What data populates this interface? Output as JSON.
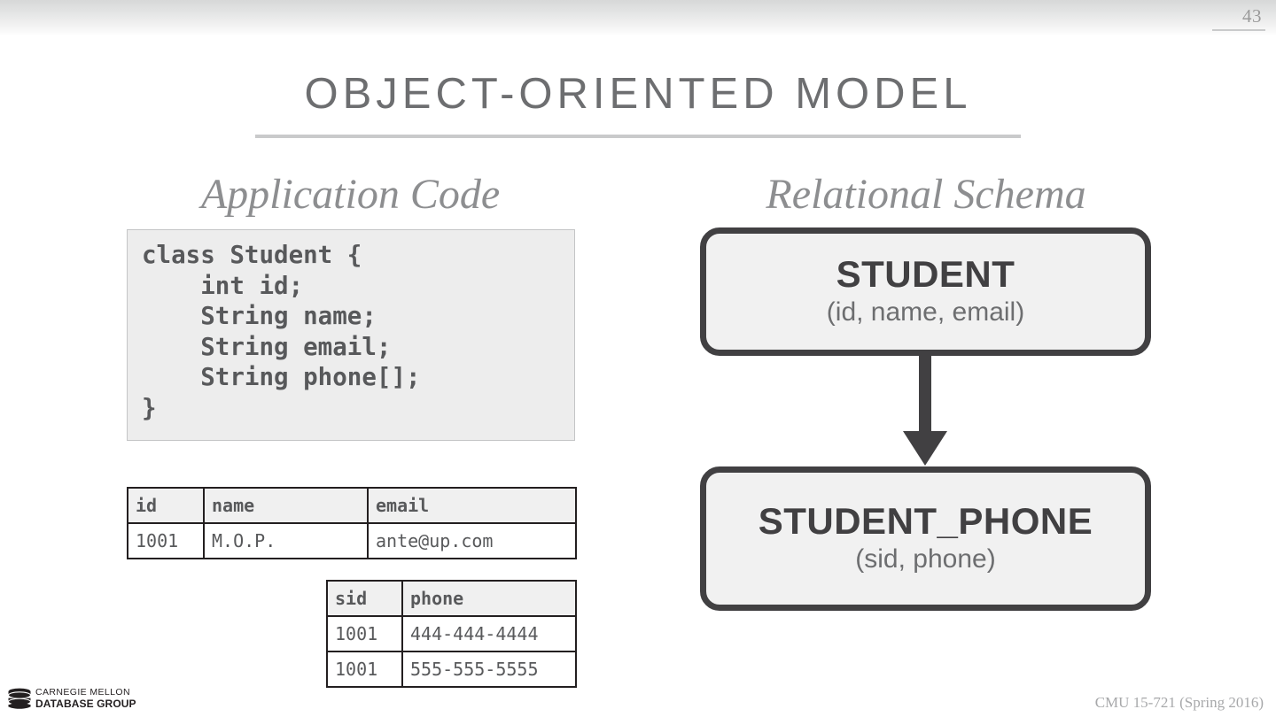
{
  "header": {
    "slide_number": "43"
  },
  "title": "OBJECT-ORIENTED MODEL",
  "sections": {
    "left_heading": "Application Code",
    "right_heading": "Relational Schema"
  },
  "code_block": {
    "language": "java",
    "text": "class Student {\n    int id;\n    String name;\n    String email;\n    String phone[];\n}"
  },
  "student_table": {
    "columns": [
      "id",
      "name",
      "email"
    ],
    "rows": [
      [
        "1001",
        "M.O.P.",
        "ante@up.com"
      ]
    ]
  },
  "phone_table": {
    "columns": [
      "sid",
      "phone"
    ],
    "rows": [
      [
        "1001",
        "444-444-4444"
      ],
      [
        "1001",
        "555-555-5555"
      ]
    ]
  },
  "schema": {
    "boxes": [
      {
        "name": "STUDENT",
        "attributes": "(id, name, email)"
      },
      {
        "name": "STUDENT_PHONE",
        "attributes": "(sid, phone)"
      }
    ],
    "arrow": "down-arrow-icon"
  },
  "footer": {
    "logo_line1": "CARNEGIE MELLON",
    "logo_line2": "DATABASE GROUP",
    "course": "CMU 15-721 (Spring 2016)"
  },
  "colors": {
    "title": "#6d6e70",
    "heading": "#8d8e90",
    "box_border": "#414042",
    "box_fill": "#f1f1f1",
    "code_fill": "#ededed",
    "rule": "#c9cacb"
  }
}
